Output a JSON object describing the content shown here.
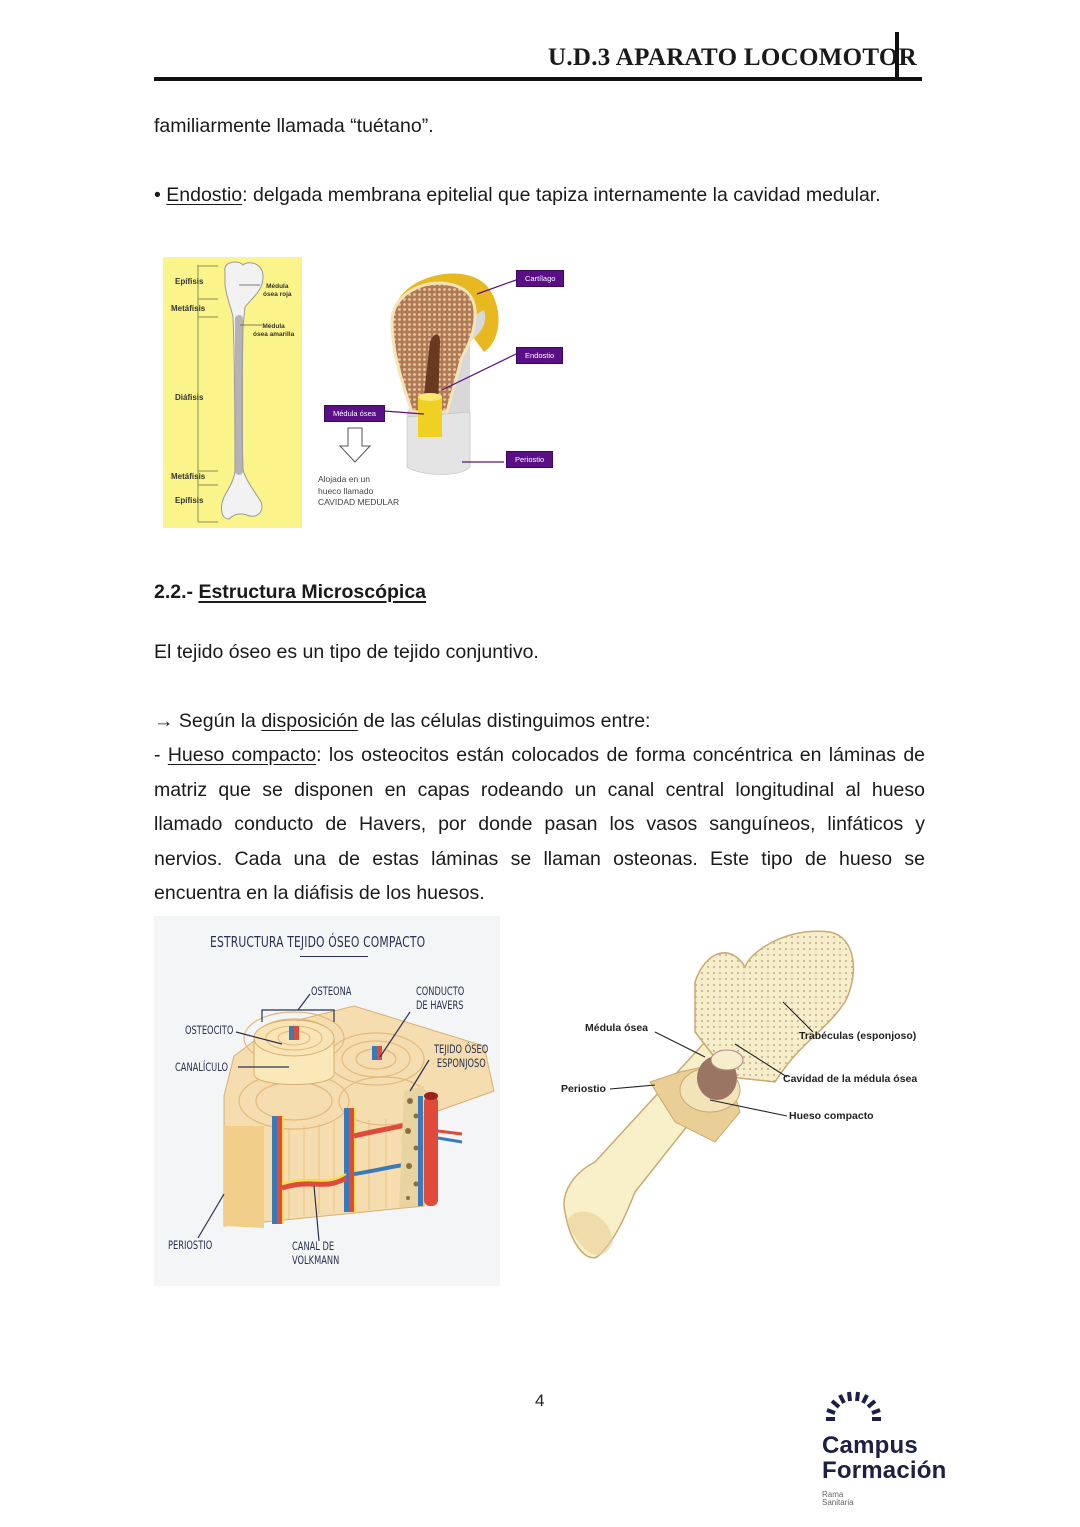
{
  "header": {
    "title": "U.D.3 APARATO LOCOMOTOR"
  },
  "body": {
    "line_continuation": "familiarmente llamada “tuétano”.",
    "endostio_bullet": "• ",
    "endostio_term": "Endostio",
    "endostio_def": ": delgada membrana epitelial que tapiza internamente la cavidad medular.",
    "section_number": "2.2.- ",
    "section_title": "Estructura Microscópica",
    "intro": "El tejido óseo es un tipo de tejido conjuntivo.",
    "arrow": "→",
    "classification_pre": " Según la ",
    "classification_term": "disposición",
    "classification_post": " de las células distinguimos entre:",
    "compact_dash": "- ",
    "compact_term": "Hueso compacto",
    "compact_lines": [
      ": los osteocitos están colocados de forma concéntrica en láminas de",
      "matriz que se disponen en capas rodeando un canal central longitudinal al hueso",
      "llamado conducto de Havers, por donde pasan los vasos sanguíneos, linfáticos y",
      "nervios. Cada una de estas láminas se llaman osteonas. Este tipo de hueso se",
      "encuentra en la diáfisis de los huesos."
    ]
  },
  "figure_long_bone": {
    "labels": [
      "Epífisis",
      "Metáfisis",
      "Diáfisis",
      "Metáfisis",
      "Epífisis"
    ],
    "right_labels": [
      {
        "line1": "Médula",
        "line2": "ósea roja"
      },
      {
        "line1": "Médula",
        "line2": "ósea amarilla"
      }
    ],
    "background_color": "#faf48a"
  },
  "figure_bone_section": {
    "tags": {
      "cartilago": "Cartílago",
      "endostio": "Endostio",
      "medula": "Médula ósea",
      "periostio": "Periostio"
    },
    "note_lines": [
      "Alojada en un",
      "hueco llamado",
      "CAVIDAD MEDULAR"
    ],
    "tag_color": "#5a0f86"
  },
  "figure_compact": {
    "title": "ESTRUCTURA TEJIDO ÓSEO COMPACTO",
    "labels": {
      "osteona": "OSTEONA",
      "conducto_1": "CONDUCTO",
      "conducto_2": "DE HAVERS",
      "osteocito": "OSTEOCITO",
      "canaliculo": "CANALÍCULO",
      "esponjoso_1": "TEJIDO ÓSEO",
      "esponjoso_2": "ESPONJOSO",
      "periostio": "PERIOSTIO",
      "volkmann_1": "CANAL DE",
      "volkmann_2": "VOLKMANN"
    }
  },
  "figure_femur": {
    "labels": {
      "medula": "Médula ósea",
      "trabeculas": "Trabéculas (esponjoso)",
      "periostio": "Periostio",
      "cavidad": "Cavidad de la médula ósea",
      "compacto": "Hueso compacto"
    }
  },
  "footer": {
    "page_number": "4",
    "logo_line1": "Campus",
    "logo_line2": "Formación",
    "logo_sub1": "Rama",
    "logo_sub2": "Sanitaria",
    "logo_color": "#1d1f44"
  }
}
